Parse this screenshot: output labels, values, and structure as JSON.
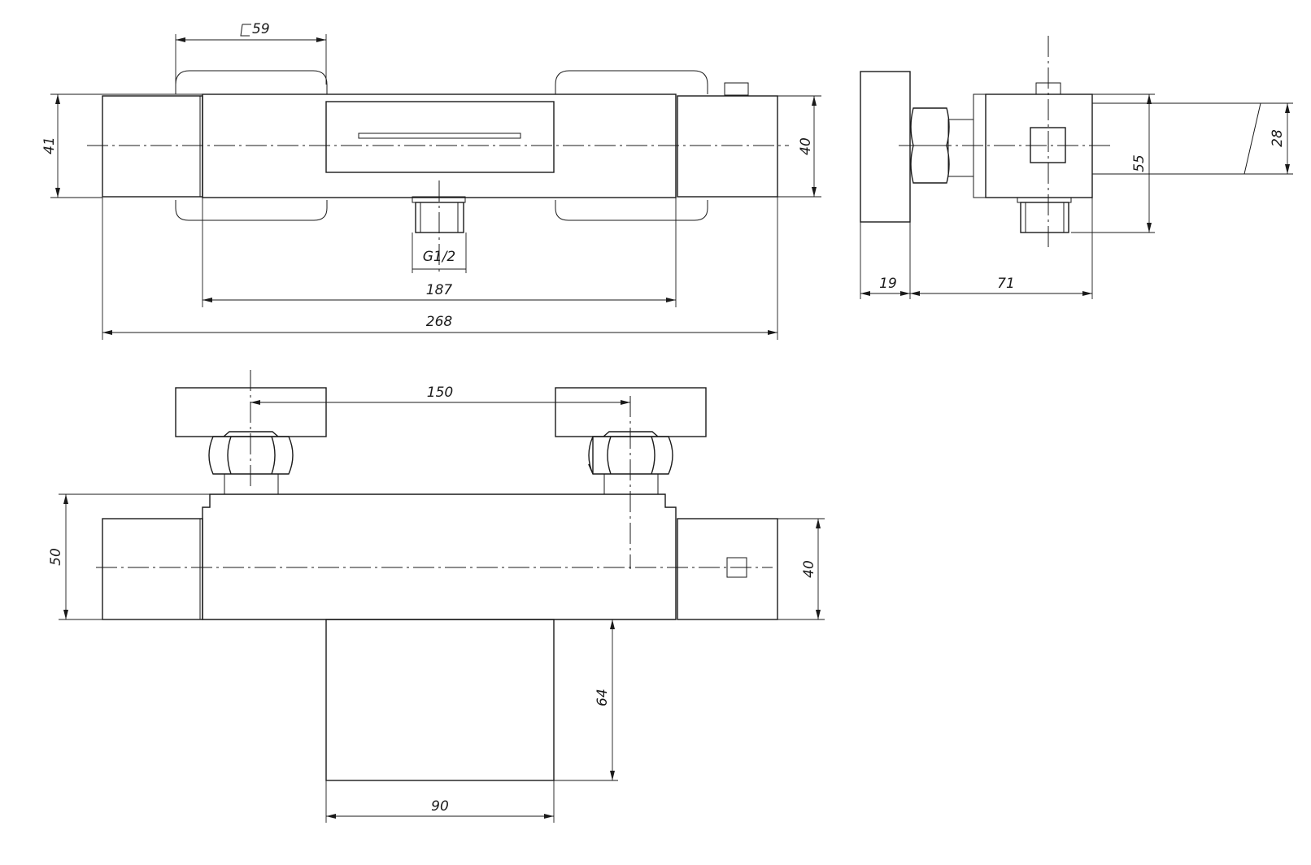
{
  "drawing": {
    "dimensions": {
      "square_59": "59",
      "height_41": "41",
      "height_40_top": "40",
      "thread_g12": "G1/2",
      "length_187": "187",
      "length_268": "268",
      "side_19": "19",
      "side_71": "71",
      "side_55": "55",
      "side_28": "28",
      "spacing_150": "150",
      "height_50": "50",
      "height_40_bottom": "40",
      "depth_64": "64",
      "width_90": "90"
    }
  }
}
